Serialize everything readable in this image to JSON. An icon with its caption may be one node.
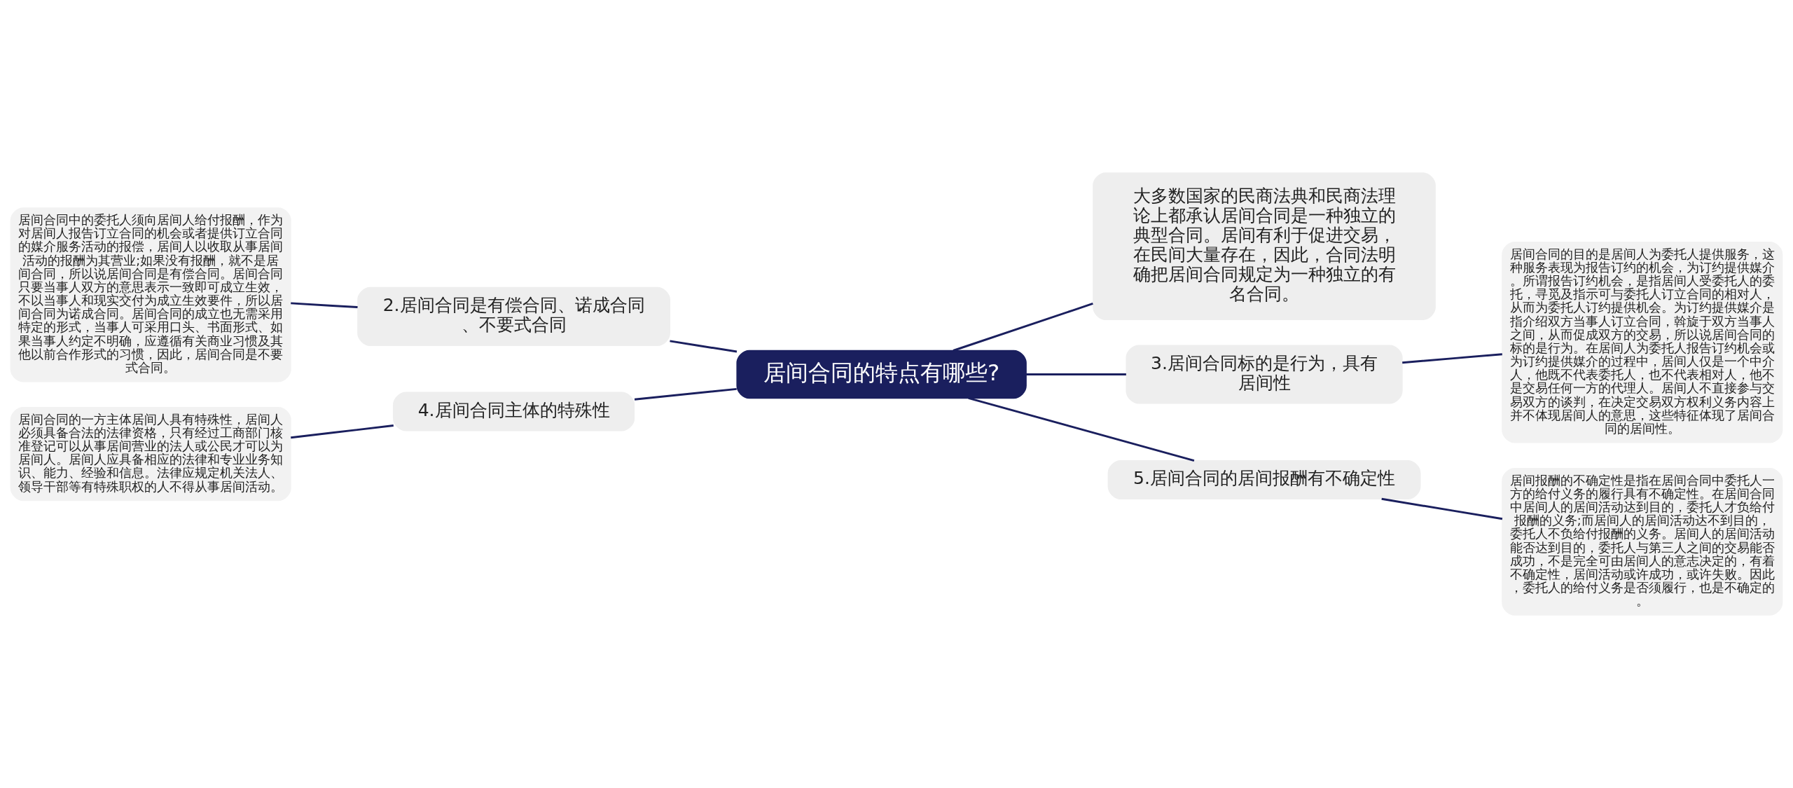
{
  "diagram": {
    "nodes": [
      {
        "text": [
          "居间合同的特点有哪些?"
        ]
      },
      {
        "text": [
          "大多数国家的民商法典和民商法理论上都承认居间合同是一种独立的典型合同。居间有利于促进交易，在民间大量存在，因此，合同法明确把居间合同规定为一种独立的有名合同。"
        ]
      },
      {
        "text": [
          "2.居间合同是有偿合同、诺成合同、不要式合同"
        ]
      },
      {
        "text": [
          "居间合同中的委托人须向居间人给付报酬，作为对居间人报告订立合同的机会或者提供订立合同的媒介服务活动的报偿，居间人以收取从事居间活动的报酬为其营业;如果没有报酬，就不是居间合同，所以说居间合同是有偿合同。居间合同只要当事人双方的意思表示一致即可成立生效，不以当事人和现实交付为成立生效要件，所以居间合同为诺成合同。居间合同的成立也无需采用特定的形式，当事人可采用口头、书面形式、如果当事人约定不明确，应遵循有关商业习惯及其他以前合作形式的习惯，因此，居间合同是不要式合同。"
        ]
      },
      {
        "text": [
          "3.居间合同标的是行为，具有居间性"
        ]
      },
      {
        "text": [
          "居间合同的目的是居间人为委托人提供服务，这种服务表现为报告订约的机会，为订约提供媒介。所谓报告订约机会，是指居间人受委托人的委托，寻觅及指示可与委托人订立合同的相对人，从而为委托人订约提供机会。为订约提供媒介是指介绍双方当事人订立合同，斡旋于双方当事人之间，从而促成双方的交易，所以说居间合同的标的是行为。在居间人为委托人报告订约机会或为订约提供媒介的过程中，居间人仅是一个中介人，他既不代表委托人，也不代表相对人，他不是交易任何一方的代理人。居间人不直接参与交易双方的谈判，在决定交易双方权利义务内容上并不体现居间人的意思，这些特征体现了居间合同的居间性。"
        ]
      },
      {
        "text": [
          "4.居间合同主体的特殊性"
        ]
      },
      {
        "text": [
          "居间合同的一方主体居间人具有特殊性，居间人必须具备合法的法律资格，只有经过工商部门核准登记可以从事居间营业的法人或公民才可以为居间人。居间人应具备相应的法律和专业业务知识、能力、经验和信息。法律应规定机关法人、领导干部等有特殊职权的人不得从事居间活动。"
        ]
      },
      {
        "text": [
          "5.居间合同的居间报酬有不确定性"
        ]
      },
      {
        "text": [
          "居间报酬的不确定性是指在居间合同中委托人一方的给付义务的履行具有不确定性。在居间合同中居间人的居间活动达到目的，委托人才负给付报酬的义务;而居间人的居间活动达不到目的，委托人不负给付报酬的义务。居间人的居间活动能否达到目的，委托人与第三人之间的交易能否成功，不是完全可由居间人的意志决定的，有着不确定性，居间活动或许成功，或许失败。因此，委托人的给付义务是否须履行，也是不确定的。"
        ]
      }
    ],
    "edges": [
      {
        "from": 0,
        "to": 1,
        "arrow": "none"
      },
      {
        "from": 0,
        "to": 2,
        "arrow": "none"
      },
      {
        "from": 2,
        "to": 3,
        "arrow": "none"
      },
      {
        "from": 0,
        "to": 4,
        "arrow": "none"
      },
      {
        "from": 4,
        "to": 5,
        "arrow": "none"
      },
      {
        "from": 0,
        "to": 6,
        "arrow": "none"
      },
      {
        "from": 6,
        "to": 7,
        "arrow": "none"
      },
      {
        "from": 0,
        "to": 8,
        "arrow": "none"
      },
      {
        "from": 8,
        "to": 9,
        "arrow": "none"
      }
    ]
  }
}
